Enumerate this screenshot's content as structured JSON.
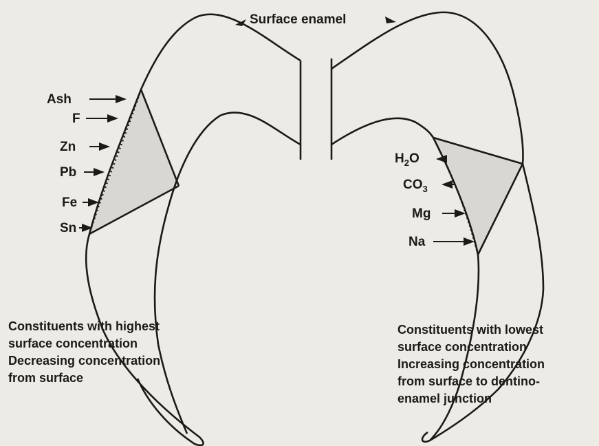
{
  "title": "Surface enamel",
  "left_labels": [
    "Ash",
    "F",
    "Zn",
    "Pb",
    "Fe",
    "Sn"
  ],
  "right_labels": {
    "h2o": {
      "main": "H",
      "sub": "2",
      "tail": "O"
    },
    "co3": {
      "main": "CO",
      "sub": "3"
    },
    "mg": "Mg",
    "na": "Na"
  },
  "left_caption": [
    "Constituents with highest",
    "surface concentration",
    "Decreasing concentration",
    "from surface"
  ],
  "right_caption": [
    "Constituents with lowest",
    "surface concentration",
    "Increasing concentration",
    "from surface to dentino-",
    "enamel junction"
  ],
  "colors": {
    "ink": "#1c1a17",
    "background": "#ecebe6",
    "shade": "#d6d4ce"
  }
}
